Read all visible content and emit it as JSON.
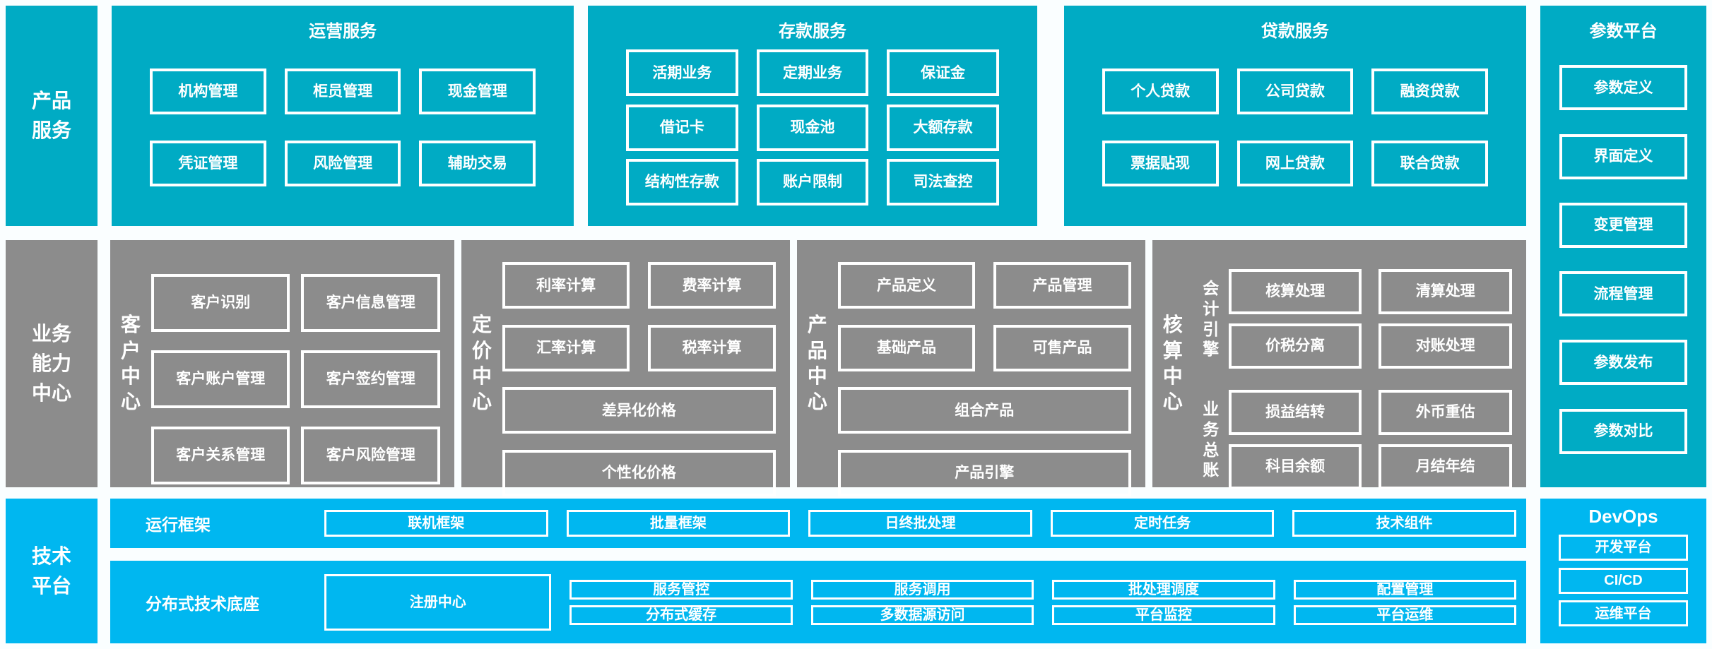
{
  "colors": {
    "teal": "#00ABC4",
    "gray": "#8C8C8C",
    "blue": "#00B7F0",
    "background": "#FAFEFF",
    "box_border": "#FFFFFF"
  },
  "left_labels": {
    "product": "产品服务",
    "business": "业务能力中心",
    "technology": "技术平台"
  },
  "top_sections": [
    {
      "title": "运营服务",
      "boxes": [
        [
          "机构管理",
          "柜员管理",
          "现金管理"
        ],
        [
          "凭证管理",
          "风险管理",
          "辅助交易"
        ]
      ]
    },
    {
      "title": "存款服务",
      "boxes": [
        [
          "活期业务",
          "定期业务",
          "保证金"
        ],
        [
          "借记卡",
          "现金池",
          "大额存款"
        ],
        [
          "结构性存款",
          "账户限制",
          "司法查控"
        ]
      ]
    },
    {
      "title": "贷款服务",
      "boxes": [
        [
          "个人贷款",
          "公司贷款",
          "融资贷款"
        ],
        [
          "票据贴现",
          "网上贷款",
          "联合贷款"
        ]
      ]
    }
  ],
  "parameter_platform": {
    "title": "参数平台",
    "items": [
      "参数定义",
      "界面定义",
      "变更管理",
      "流程管理",
      "参数发布",
      "参数对比"
    ]
  },
  "centers": {
    "customer": {
      "name": "客户中心",
      "boxes": [
        [
          "客户识别",
          "客户信息管理"
        ],
        [
          "客户账户管理",
          "客户签约管理"
        ],
        [
          "客户关系管理",
          "客户风险管理"
        ]
      ]
    },
    "pricing": {
      "name": "定价中心",
      "grid": [
        [
          "利率计算",
          "费率计算"
        ],
        [
          "汇率计算",
          "税率计算"
        ]
      ],
      "wide": [
        "差异化价格",
        "个性化价格"
      ]
    },
    "product": {
      "name": "产品中心",
      "grid": [
        [
          "产品定义",
          "产品管理"
        ],
        [
          "基础产品",
          "可售产品"
        ]
      ],
      "wide": [
        "组合产品",
        "产品引擎"
      ]
    },
    "accounting": {
      "name": "核算中心",
      "groups": [
        {
          "name": "会计引擎",
          "boxes": [
            [
              "核算处理",
              "清算处理"
            ],
            [
              "价税分离",
              "对账处理"
            ]
          ]
        },
        {
          "name": "业务总账",
          "boxes": [
            [
              "损益结转",
              "外币重估"
            ],
            [
              "科目余额",
              "月结年结"
            ]
          ]
        }
      ]
    }
  },
  "technology": {
    "runtime": {
      "label": "运行框架",
      "items": [
        "联机框架",
        "批量框架",
        "日终批处理",
        "定时任务",
        "技术组件"
      ]
    },
    "base": {
      "label": "分布式技术底座",
      "registry": "注册中心",
      "columns": [
        [
          "服务管控",
          "分布式缓存"
        ],
        [
          "服务调用",
          "多数据源访问"
        ],
        [
          "批处理调度",
          "平台监控"
        ],
        [
          "配置管理",
          "平台运维"
        ]
      ]
    }
  },
  "devops": {
    "title": "DevOps",
    "items": [
      "开发平台",
      "CI/CD",
      "运维平台"
    ]
  }
}
